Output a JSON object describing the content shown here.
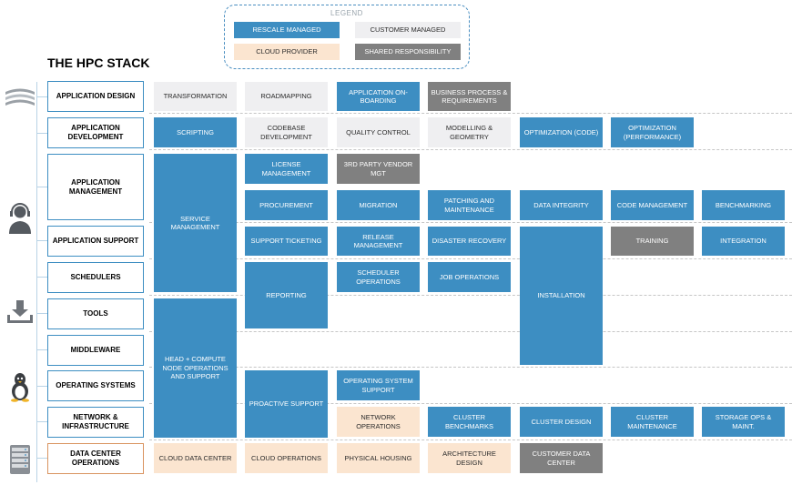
{
  "legend": {
    "title": "LEGEND",
    "items": [
      {
        "label": "RESCALE MANAGED",
        "kind": "blue"
      },
      {
        "label": "CUSTOMER MANAGED",
        "kind": "light"
      },
      {
        "label": "CLOUD PROVIDER",
        "kind": "peach"
      },
      {
        "label": "SHARED RESPONSIBILITY",
        "kind": "gray"
      }
    ]
  },
  "title": "THE HPC STACK",
  "rows": [
    {
      "label": "APPLICATION DESIGN"
    },
    {
      "label": "APPLICATION DEVELOPMENT"
    },
    {
      "label": "APPLICATION MANAGEMENT"
    },
    {
      "label": "APPLICATION SUPPORT"
    },
    {
      "label": "SCHEDULERS"
    },
    {
      "label": "TOOLS"
    },
    {
      "label": "MIDDLEWARE"
    },
    {
      "label": "OPERATING SYSTEMS"
    },
    {
      "label": "NETWORK & INFRASTRUCTURE"
    },
    {
      "label": "DATA CENTER OPERATIONS"
    }
  ],
  "cells": [
    {
      "label": "TRANSFORMATION",
      "kind": "light"
    },
    {
      "label": "ROADMAPPING",
      "kind": "light"
    },
    {
      "label": "APPLICATION ON-BOARDING",
      "kind": "blue"
    },
    {
      "label": "BUSINESS PROCESS & REQUIREMENTS",
      "kind": "gray"
    },
    {
      "label": "SCRIPTING",
      "kind": "blue"
    },
    {
      "label": "CODEBASE DEVELOPMENT",
      "kind": "light"
    },
    {
      "label": "QUALITY CONTROL",
      "kind": "light"
    },
    {
      "label": "MODELLING & GEOMETRY",
      "kind": "light"
    },
    {
      "label": "OPTIMIZATION (CODE)",
      "kind": "blue"
    },
    {
      "label": "OPTIMIZATION (PERFORMANCE)",
      "kind": "blue"
    },
    {
      "label": "SERVICE MANAGEMENT",
      "kind": "blue"
    },
    {
      "label": "LICENSE MANAGEMENT",
      "kind": "blue"
    },
    {
      "label": "3RD PARTY VENDOR MGT",
      "kind": "gray"
    },
    {
      "label": "PROCUREMENT",
      "kind": "blue"
    },
    {
      "label": "MIGRATION",
      "kind": "blue"
    },
    {
      "label": "PATCHING AND MAINTENANCE",
      "kind": "blue"
    },
    {
      "label": "DATA INTEGRITY",
      "kind": "blue"
    },
    {
      "label": "CODE MANAGEMENT",
      "kind": "blue"
    },
    {
      "label": "BENCHMARKING",
      "kind": "blue"
    },
    {
      "label": "SUPPORT TICKETING",
      "kind": "blue"
    },
    {
      "label": "RELEASE MANAGEMENT",
      "kind": "blue"
    },
    {
      "label": "DISASTER RECOVERY",
      "kind": "blue"
    },
    {
      "label": "INSTALLATION",
      "kind": "blue"
    },
    {
      "label": "TRAINING",
      "kind": "gray"
    },
    {
      "label": "INTEGRATION",
      "kind": "blue"
    },
    {
      "label": "REPORTING",
      "kind": "blue"
    },
    {
      "label": "SCHEDULER OPERATIONS",
      "kind": "blue"
    },
    {
      "label": "JOB OPERATIONS",
      "kind": "blue"
    },
    {
      "label": "HEAD + COMPUTE NODE OPERATIONS AND SUPPORT",
      "kind": "blue"
    },
    {
      "label": "PROACTIVE SUPPORT",
      "kind": "blue"
    },
    {
      "label": "OPERATING SYSTEM SUPPORT",
      "kind": "blue"
    },
    {
      "label": "NETWORK OPERATIONS",
      "kind": "peach"
    },
    {
      "label": "CLUSTER BENCHMARKS",
      "kind": "blue"
    },
    {
      "label": "CLUSTER DESIGN",
      "kind": "blue"
    },
    {
      "label": "CLUSTER MAINTENANCE",
      "kind": "blue"
    },
    {
      "label": "STORAGE OPS & MAINT.",
      "kind": "blue"
    },
    {
      "label": "CLOUD DATA CENTER",
      "kind": "peach"
    },
    {
      "label": "CLOUD OPERATIONS",
      "kind": "peach"
    },
    {
      "label": "PHYSICAL HOUSING",
      "kind": "peach"
    },
    {
      "label": "ARCHITECTURE DESIGN",
      "kind": "peach"
    },
    {
      "label": "CUSTOMER DATA CENTER",
      "kind": "gray"
    }
  ],
  "icons": [
    "layers-icon",
    "support-agent-icon",
    "download-tray-icon",
    "linux-penguin-icon",
    "server-rack-icon"
  ],
  "colors": {
    "rescale": "#3d8ec2",
    "customer": "#efeff1",
    "cloud": "#fbe5d0",
    "shared": "#808080",
    "accent": "#d9935f"
  }
}
